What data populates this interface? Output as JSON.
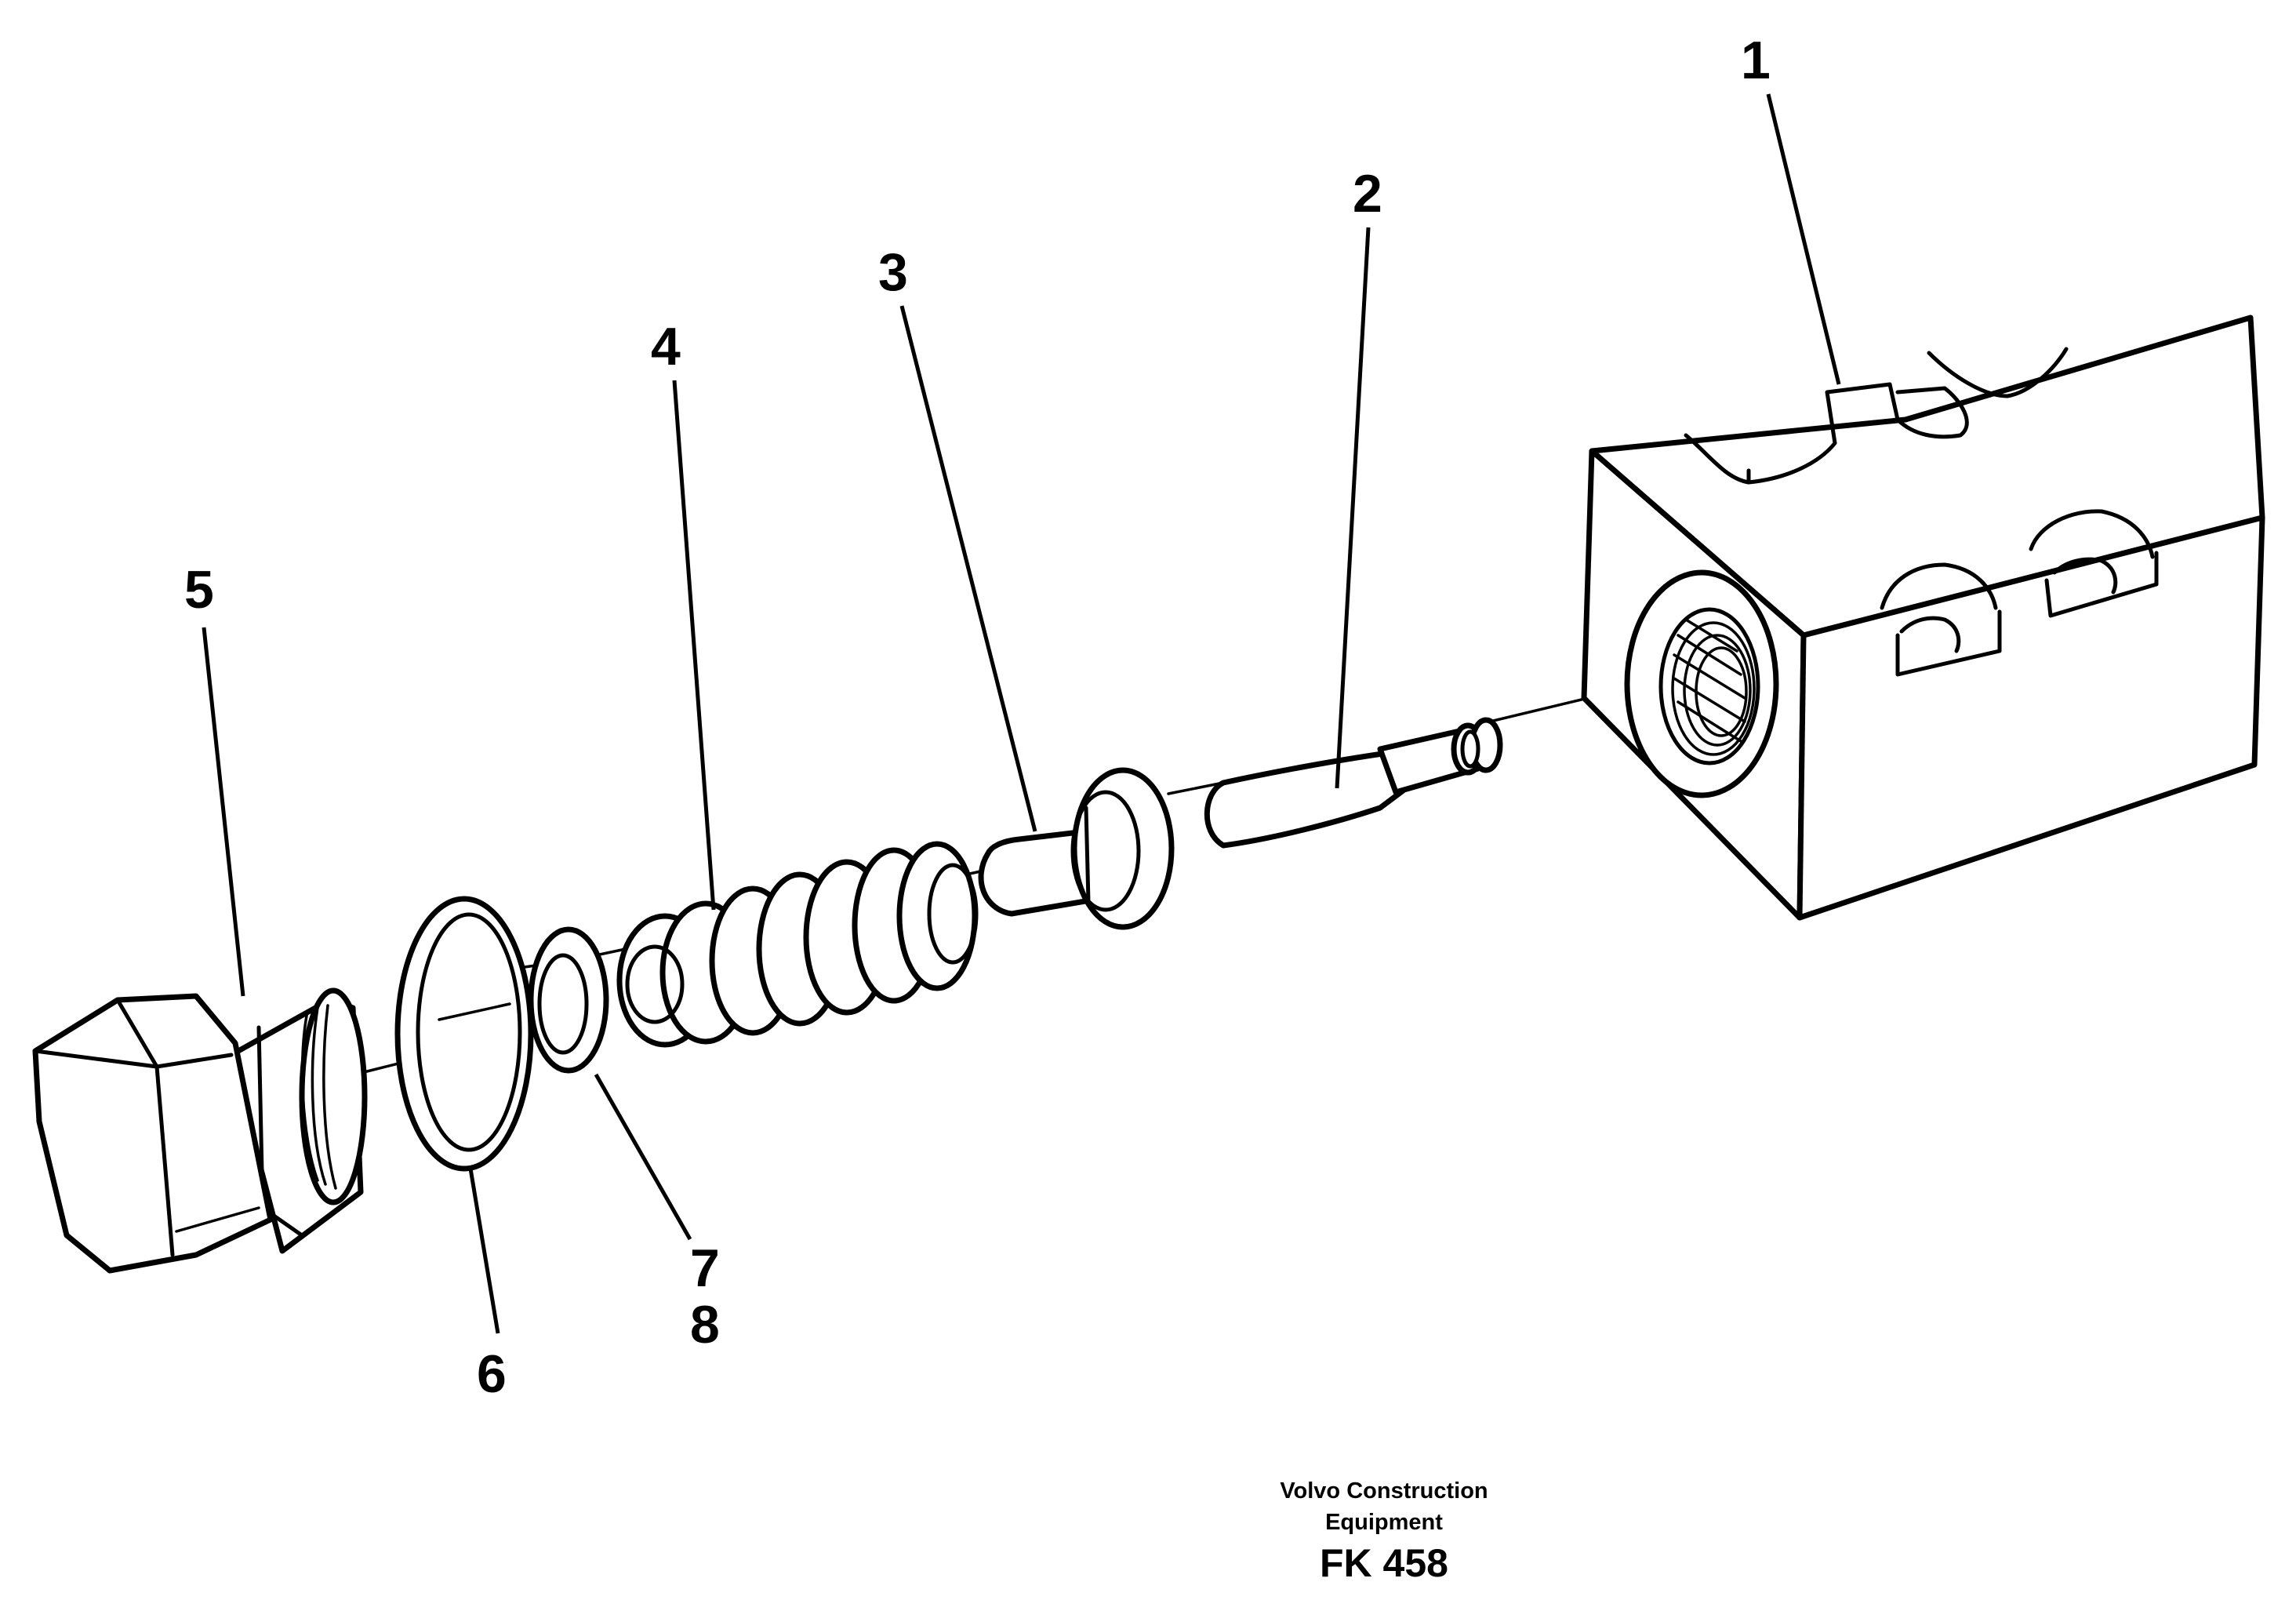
{
  "callouts": {
    "c1": "1",
    "c2": "2",
    "c3": "3",
    "c4": "4",
    "c5": "5",
    "c6": "6",
    "c7": "7",
    "c8": "8"
  },
  "caption": {
    "line1": "Volvo Construction",
    "line2": "Equipment",
    "code": "FK 458"
  }
}
